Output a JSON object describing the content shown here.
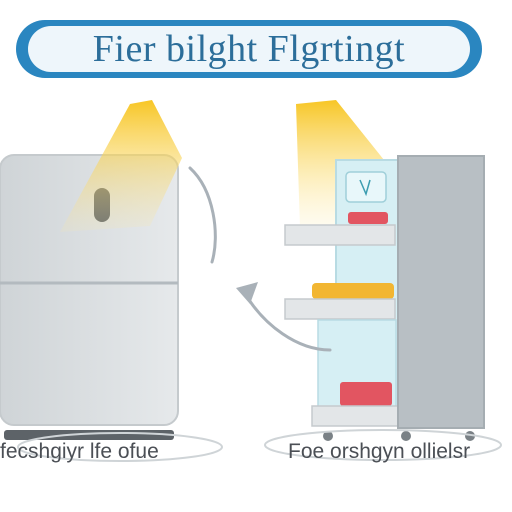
{
  "title": "Fier bilght Flgrtingt",
  "captions": {
    "left": "fecshgiyr lfe ofue",
    "right": "Foe orshgyn ollielsr"
  },
  "colors": {
    "banner": "#2a86c0",
    "banner_inner": "#eef6fb",
    "title_text": "#2c6e9a",
    "fridge_body": "#dde1e3",
    "fridge_outline": "#c5cacd",
    "light": "#f7c31a",
    "interior_glass": "#bfe6ee",
    "food_red": "#e25561",
    "food_yellow": "#f2b632",
    "arrow": "#a9b1b8"
  },
  "icons": {
    "closed_fridge": "fridge-closed-icon",
    "open_fridge": "fridge-open-icon",
    "light_cone": "light-cone-icon",
    "arrow": "curved-arrow-icon"
  }
}
